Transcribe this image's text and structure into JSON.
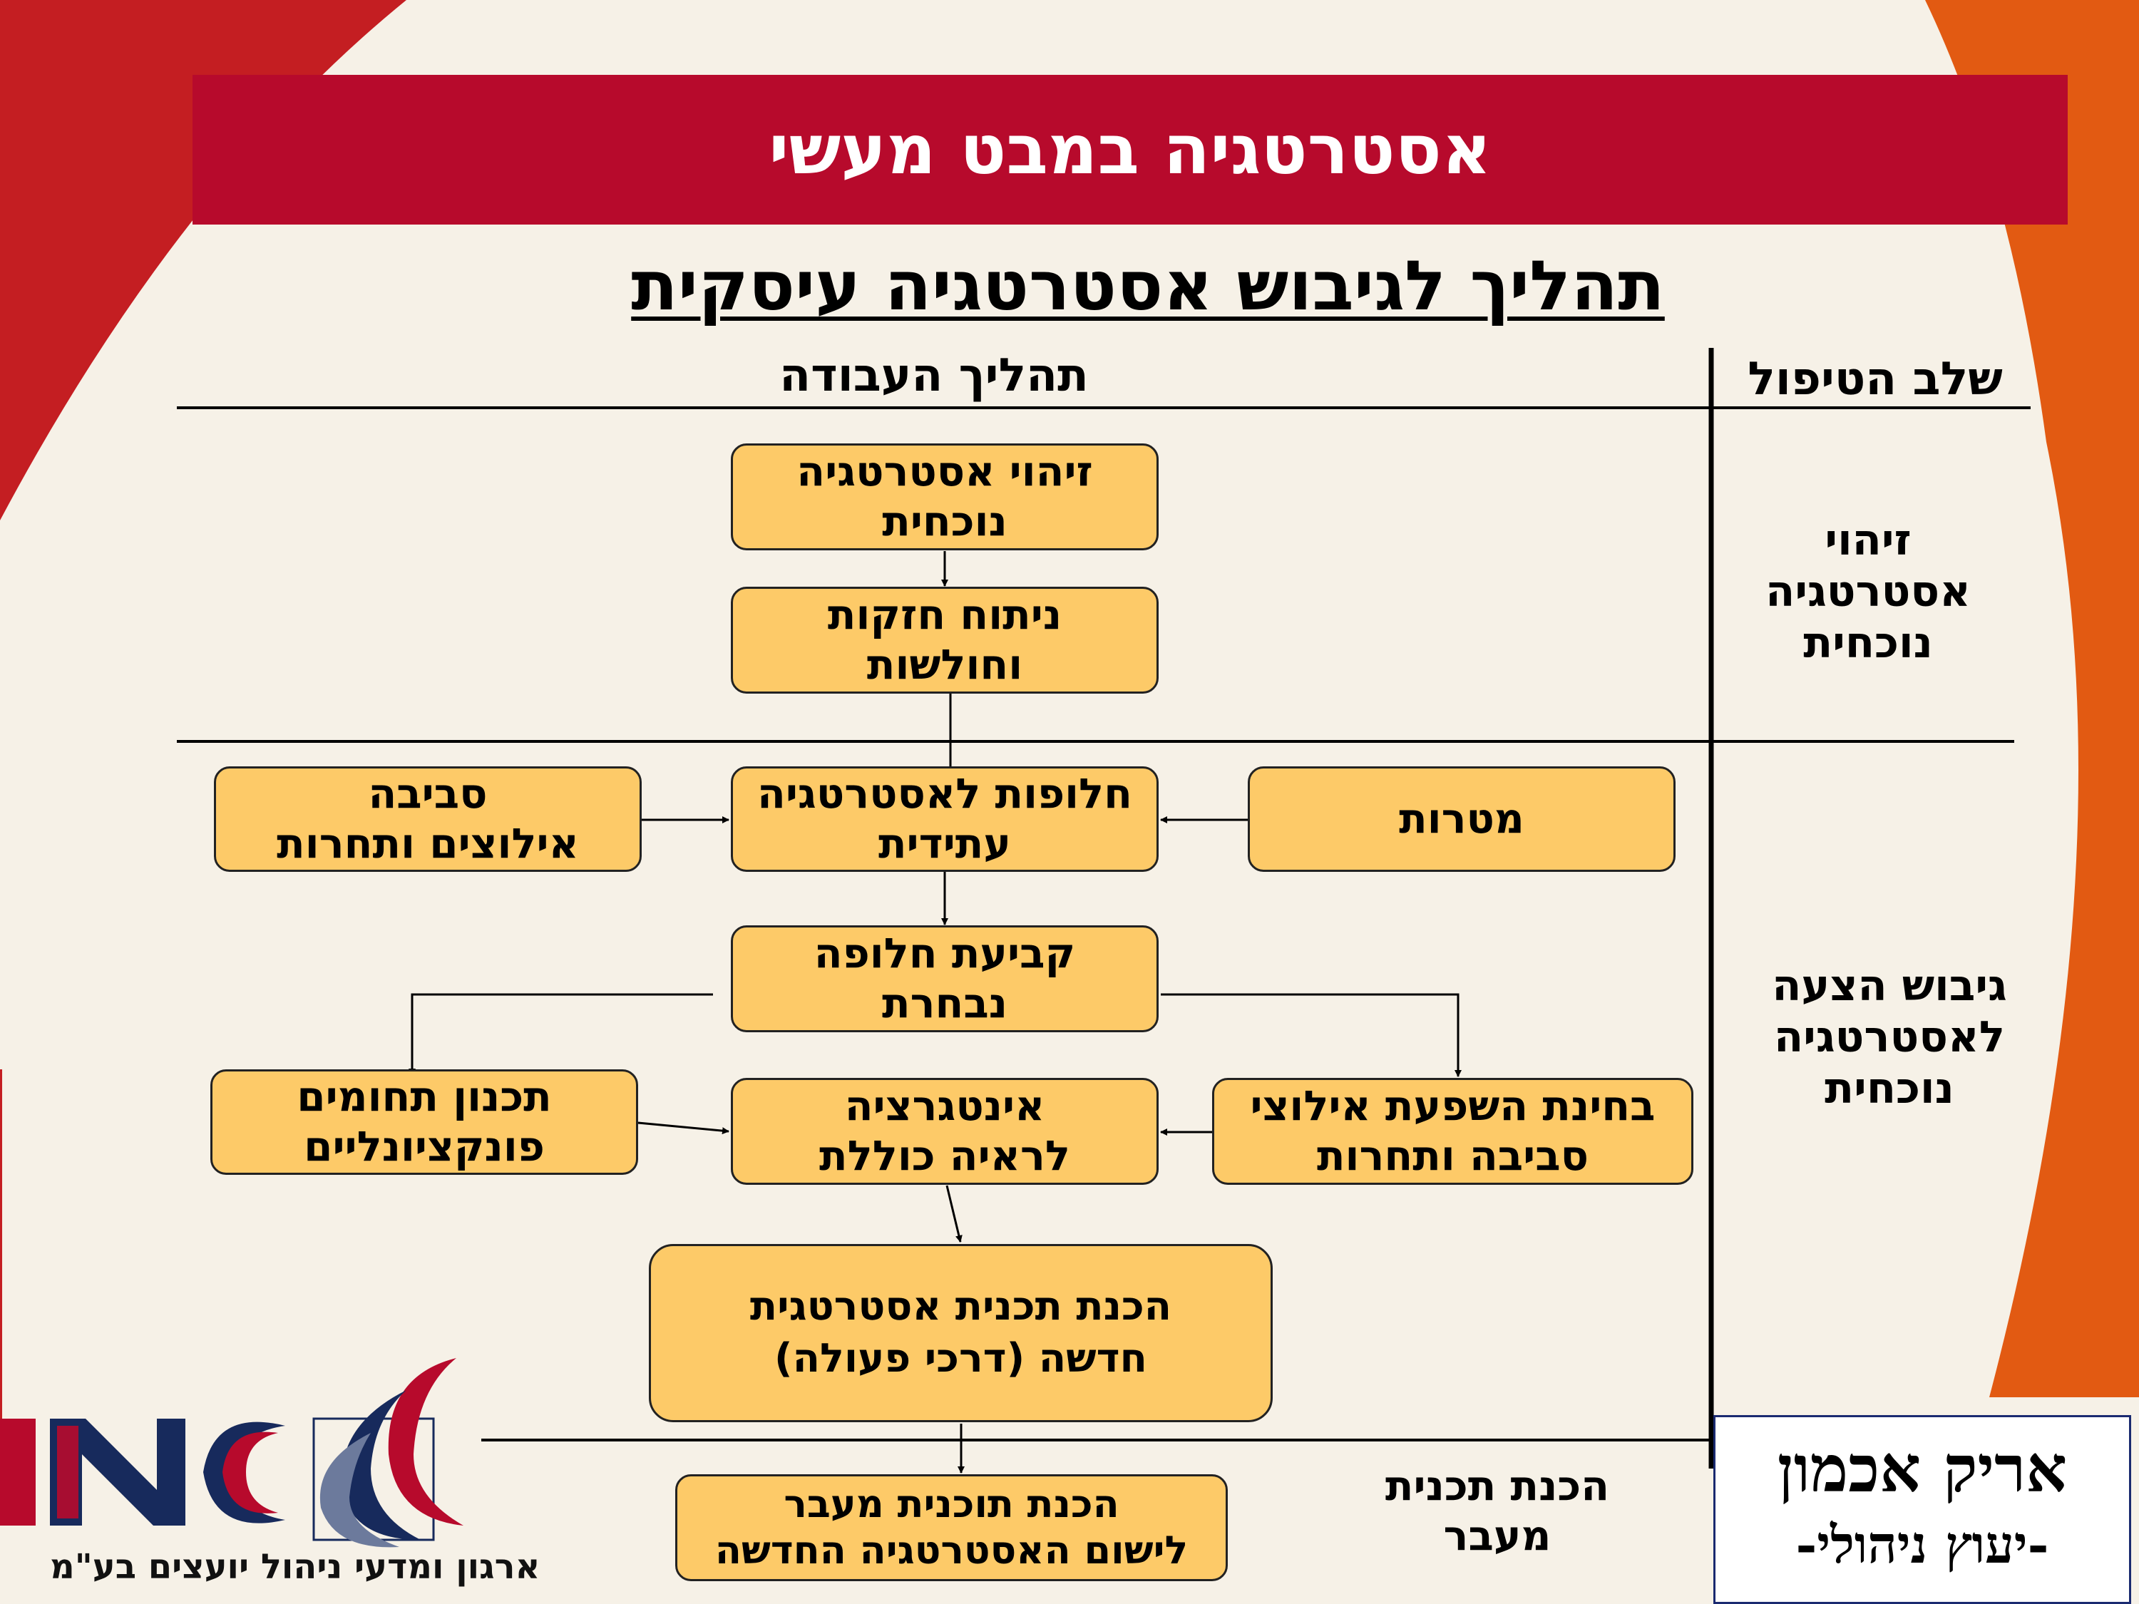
{
  "slide": {
    "title": "אסטרטגיה במבט מעשי",
    "subtitle": "תהליך לגיבוש אסטרטגיה עיסקית"
  },
  "headers": {
    "stage": "שלב הטיפול",
    "process": "תהליך העבודה"
  },
  "stages": {
    "identify": "זיהוי\nאסטרטגיה\nנוכחית",
    "formulate": "גיבוש הצעה\nלאסטרטגיה\nנוכחית",
    "transition": "הכנת תכנית\nמעבר"
  },
  "boxes": {
    "identify_current": "זיהוי אסטרטגיה\nנוכחית",
    "strengths_analysis": "ניתוח חזקות\nוחולשות",
    "alternatives": "חלופות לאסטרטגיה\nעתידית",
    "environment": "סביבה\nאילוצים ותחרות",
    "goals": "מטרות",
    "choose_alternative": "קביעת חלופה\nנבחרת",
    "functional_planning": "תכנון תחומים\nפונקציונליים",
    "integration": "אינטגרציה\nלראיה כוללת",
    "constraints_impact": "בחינת השפעת אילוצי\nסביבה ותחרות",
    "new_plan": "הכנת תכנית אסטרטגית\nחדשה (דרכי פעולה)",
    "transition_plan": "הכנת תוכנית מעבר\nלישום האסטרטגיה החדשה"
  },
  "footer": {
    "company": "ארגון ומדעי ניהול יועצים בע\"מ",
    "consultant_name": "אריק אכמון",
    "consultant_role": "-יעוץ ניהולי-"
  },
  "colors": {
    "title_bar": "#b70a2c",
    "box_fill": "#fdca68",
    "corner_red": "#c41e22",
    "corner_orange": "#e25a12",
    "logo_navy": "#172a5c"
  }
}
